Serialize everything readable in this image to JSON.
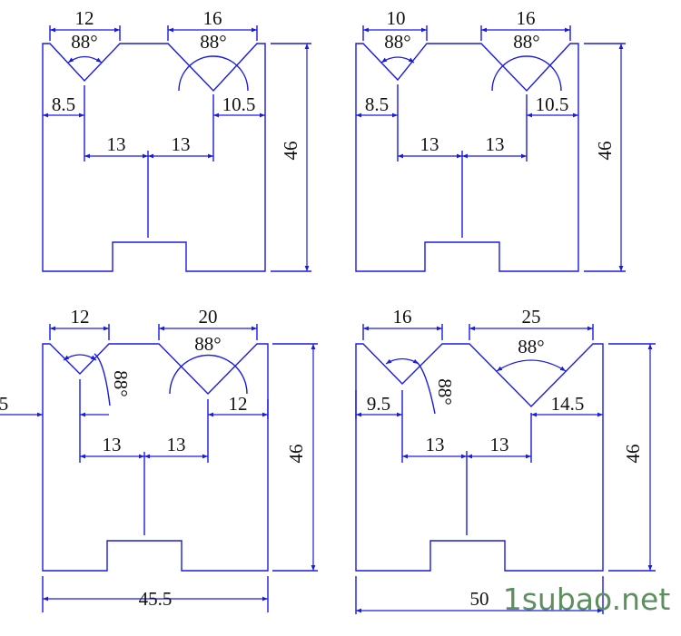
{
  "line_color": "#1a1ae6",
  "watermark": "1subao.net",
  "drawings": [
    {
      "left_v_width": "12",
      "right_v_width": "16",
      "left_angle": "88°",
      "right_angle": "88°",
      "left_offset": "8.5",
      "right_offset": "10.5",
      "center_left": "13",
      "center_right": "13",
      "height": "46"
    },
    {
      "left_v_width": "10",
      "right_v_width": "16",
      "left_angle": "88°",
      "right_angle": "88°",
      "left_offset": "8.5",
      "right_offset": "10.5",
      "center_left": "13",
      "center_right": "13",
      "height": "46"
    },
    {
      "left_v_width": "12",
      "right_v_width": "20",
      "left_angle": "88°",
      "right_angle": "88°",
      "left_offset": "5",
      "right_offset": "12",
      "center_left": "13",
      "center_right": "13",
      "height": "46",
      "width": "45.5"
    },
    {
      "left_v_width": "16",
      "right_v_width": "25",
      "left_angle": "88°",
      "right_angle": "88°",
      "left_offset": "9.5",
      "right_offset": "14.5",
      "center_left": "13",
      "center_right": "13",
      "height": "46",
      "width": "50"
    }
  ]
}
